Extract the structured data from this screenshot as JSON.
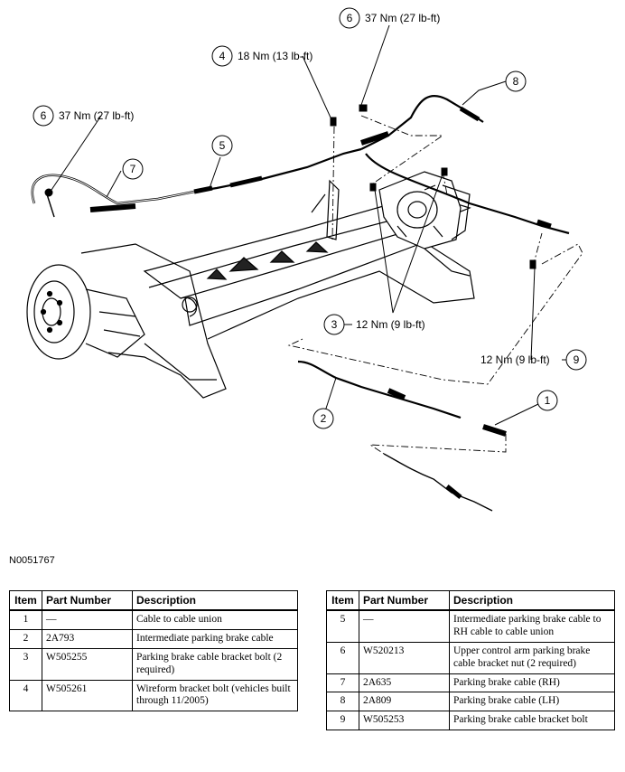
{
  "callouts": {
    "c6a": {
      "num": "6",
      "text": "37 Nm (27 lb-ft)"
    },
    "c4": {
      "num": "4",
      "text": "18 Nm (13 lb-ft)"
    },
    "c6b": {
      "num": "6",
      "text": "37 Nm (27 lb-ft)"
    },
    "c8": {
      "num": "8"
    },
    "c5": {
      "num": "5"
    },
    "c7": {
      "num": "7"
    },
    "c3": {
      "num": "3",
      "text": "12 Nm (9 lb-ft)"
    },
    "c9": {
      "num": "9",
      "text": "12 Nm (9 lb-ft)"
    },
    "c2": {
      "num": "2"
    },
    "c1": {
      "num": "1"
    }
  },
  "figure_id": "N0051767",
  "table_headers": {
    "item": "Item",
    "part": "Part Number",
    "desc": "Description"
  },
  "table_left": [
    {
      "item": "1",
      "part": "—",
      "desc": "Cable to cable union"
    },
    {
      "item": "2",
      "part": "2A793",
      "desc": "Intermediate parking brake cable"
    },
    {
      "item": "3",
      "part": "W505255",
      "desc": "Parking brake cable bracket bolt (2 required)"
    },
    {
      "item": "4",
      "part": "W505261",
      "desc": "Wireform bracket bolt (vehicles built through 11/2005)"
    }
  ],
  "table_right": [
    {
      "item": "5",
      "part": "—",
      "desc": "Intermediate parking brake cable to RH cable to cable union"
    },
    {
      "item": "6",
      "part": "W520213",
      "desc": "Upper control arm parking brake cable bracket nut (2 required)"
    },
    {
      "item": "7",
      "part": "2A635",
      "desc": "Parking brake cable (RH)"
    },
    {
      "item": "8",
      "part": "2A809",
      "desc": "Parking brake cable (LH)"
    },
    {
      "item": "9",
      "part": "W505253",
      "desc": "Parking brake cable bracket bolt"
    }
  ]
}
